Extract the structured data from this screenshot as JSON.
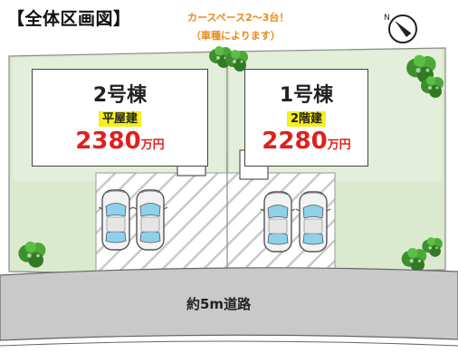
{
  "header": {
    "title": "【全体区画図】",
    "note_line1": "カースペース2～3台！",
    "note_line2": "（車種によります）"
  },
  "lots": [
    {
      "name": "2号棟",
      "type": "平屋建",
      "price": "2380",
      "unit": "万円"
    },
    {
      "name": "1号棟",
      "type": "2階建",
      "price": "2280",
      "unit": "万円"
    }
  ],
  "road": {
    "label": "約5m道路"
  },
  "colors": {
    "lawn": "#dbe9cf",
    "road": "#c9c9c9",
    "price": "#e0201d",
    "badge": "#f5ef1e",
    "note": "#e88a1a"
  },
  "icons": [
    "north-arrow-icon",
    "tree-icon",
    "car-icon"
  ]
}
